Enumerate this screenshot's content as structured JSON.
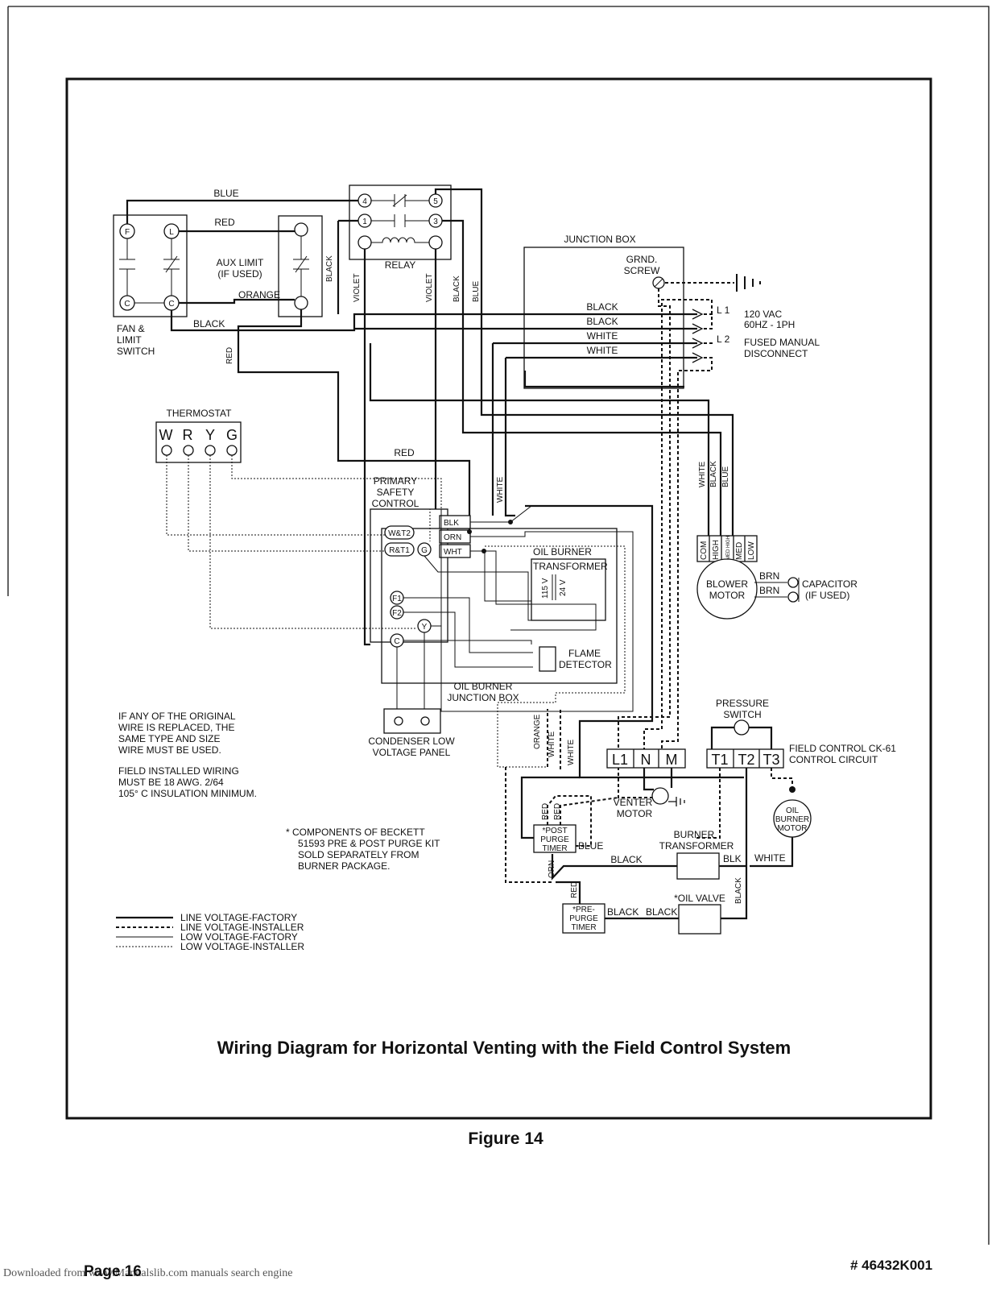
{
  "title": "Wiring Diagram for Horizontal Venting with the Field Control System",
  "figure": "Figure 14",
  "footer": {
    "downloaded": "Downloaded from www.Manualslib.com manuals search engine",
    "page": "Page 16",
    "doc_number": "# 46432K001"
  },
  "components": {
    "fan_limit_switch": {
      "label1": "FAN &",
      "label2": "LIMIT",
      "label3": "SWITCH",
      "terminals": [
        "F",
        "L",
        "C",
        "C"
      ]
    },
    "aux_limit": {
      "label1": "AUX LIMIT",
      "label2": "(IF USED)"
    },
    "relay": {
      "label": "RELAY",
      "terminals": [
        "4",
        "5",
        "1",
        "3"
      ]
    },
    "junction_box": {
      "label": "JUNCTION BOX",
      "grnd1": "GRND.",
      "grnd2": "SCREW"
    },
    "power": {
      "l1": "L 1",
      "l2": "L 2",
      "line1": "120 VAC",
      "line2": "60HZ - 1PH",
      "line3": "FUSED MANUAL",
      "line4": "DISCONNECT"
    },
    "thermostat": {
      "label": "THERMOSTAT",
      "terminals": [
        "W",
        "R",
        "Y",
        "G"
      ]
    },
    "primary_safety": {
      "label1": "PRIMARY",
      "label2": "SAFETY",
      "label3": "CONTROL",
      "terminals": [
        "W&T2",
        "R&T1",
        "G",
        "F1",
        "F2",
        "Y",
        "C"
      ],
      "leads": [
        "BLK",
        "ORN",
        "WHT"
      ]
    },
    "transformer": {
      "label1": "OIL BURNER",
      "label2": "TRANSFORMER",
      "v115": "115 V",
      "v24": "24 V"
    },
    "flame_detector": {
      "label1": "FLAME",
      "label2": "DETECTOR"
    },
    "oil_burner_jbox": {
      "label1": "OIL BURNER",
      "label2": "JUNCTION BOX"
    },
    "condenser": {
      "label1": "CONDENSER LOW",
      "label2": "VOLTAGE PANEL"
    },
    "blower": {
      "label1": "BLOWER",
      "label2": "MOTOR",
      "speeds": [
        "COM",
        "HIGH",
        "MED HIGH",
        "MED",
        "LOW"
      ],
      "brn": "BRN"
    },
    "capacitor": {
      "label1": "CAPACITOR",
      "label2": "(IF USED)"
    },
    "pressure_switch": {
      "label1": "PRESSURE",
      "label2": "SWITCH"
    },
    "field_control": {
      "label1": "FIELD CONTROL CK-61",
      "label2": "CONTROL CIRCUIT",
      "lnm": [
        "L1",
        "N",
        "M"
      ],
      "tterms": [
        "T1",
        "T2",
        "T3"
      ]
    },
    "venter_motor": {
      "label1": "VENTER",
      "label2": "MOTOR"
    },
    "oil_burner_motor": {
      "label1": "OIL",
      "label2": "BURNER",
      "label3": "MOTOR"
    },
    "post_purge": {
      "label1": "*POST",
      "label2": "PURGE",
      "label3": "TIMER"
    },
    "pre_purge": {
      "label1": "*PRE-",
      "label2": "PURGE",
      "label3": "TIMER"
    },
    "burner_transformer": {
      "label1": "BURNER",
      "label2": "TRANSFORMER"
    },
    "oil_valve": {
      "label": "*OIL VALVE"
    }
  },
  "wire_labels": {
    "blue": "BLUE",
    "red": "RED",
    "orange": "ORANGE",
    "black": "BLACK",
    "white": "WHITE",
    "violet": "VIOLET",
    "blk": "BLK",
    "orn": "ORN"
  },
  "notes": {
    "wire_note": [
      "IF ANY OF THE ORIGINAL",
      "WIRE IS REPLACED, THE",
      "SAME TYPE AND SIZE",
      "WIRE MUST BE USED."
    ],
    "field_note": [
      "FIELD INSTALLED WIRING",
      "MUST BE 18 AWG. 2/64",
      "105° C INSULATION MINIMUM."
    ],
    "kit_note": [
      "*  COMPONENTS OF BECKETT",
      "51593 PRE & POST PURGE KIT",
      "SOLD SEPARATELY FROM",
      "BURNER PACKAGE."
    ]
  },
  "legend": [
    "LINE VOLTAGE-FACTORY",
    "LINE VOLTAGE-INSTALLER",
    "LOW VOLTAGE-FACTORY",
    "LOW VOLTAGE-INSTALLER"
  ]
}
